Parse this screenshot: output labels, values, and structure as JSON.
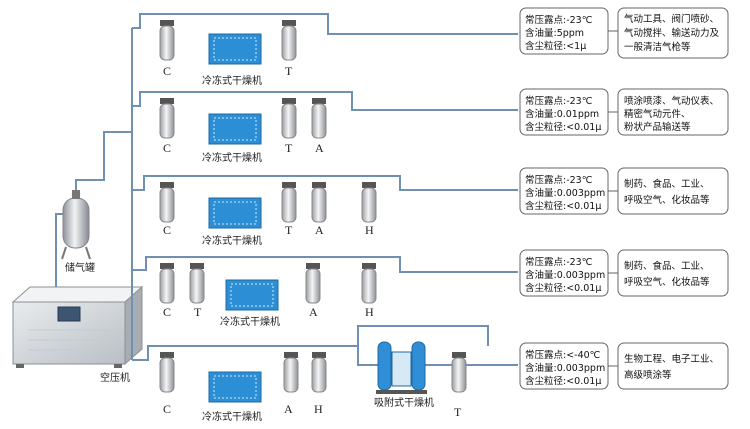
{
  "equipment": {
    "compressor_label": "空压机",
    "tank_label": "储气罐",
    "refrigerated_dryer_label": "冷冻式干燥机",
    "adsorption_dryer_label": "吸附式干燥机"
  },
  "rows": [
    {
      "filters": [
        "C",
        "T"
      ],
      "spec": [
        "常压露点:-23℃",
        "含油量:5ppm",
        "含尘粒径:<1μ"
      ],
      "application": [
        "气动工具、阀门喷砂、",
        "气动搅拌、输送动力及",
        "一般清洁气枪等"
      ]
    },
    {
      "filters": [
        "C",
        "T",
        "A"
      ],
      "spec": [
        "常压露点:-23℃",
        "含油量:0.01ppm",
        "含尘粒径:<0.01μ"
      ],
      "application": [
        "喷涂喷漆、气动仪表、",
        "精密气动元件、",
        "粉状产品输送等"
      ]
    },
    {
      "filters": [
        "C",
        "T",
        "A",
        "H"
      ],
      "spec": [
        "常压露点:-23℃",
        "含油量:0.003ppm",
        "含尘粒径:<0.01μ"
      ],
      "application": [
        "制药、食品、工业、",
        "呼吸空气、化妆品等"
      ]
    },
    {
      "filters": [
        "C",
        "T",
        "A",
        "H"
      ],
      "spec": [
        "常压露点:-23℃",
        "含油量:0.003ppm",
        "含尘粒径:<0.01μ"
      ],
      "application": [
        "制药、食品、工业、",
        "呼吸空气、化妆品等"
      ]
    },
    {
      "filters": [
        "C",
        "A",
        "H",
        "T"
      ],
      "spec": [
        "常压露点:<-40℃",
        "含油量:0.003ppm",
        "含尘粒径:<0.01μ"
      ],
      "application": [
        "生物工程、电子工业、",
        "高级喷涂等"
      ]
    }
  ]
}
